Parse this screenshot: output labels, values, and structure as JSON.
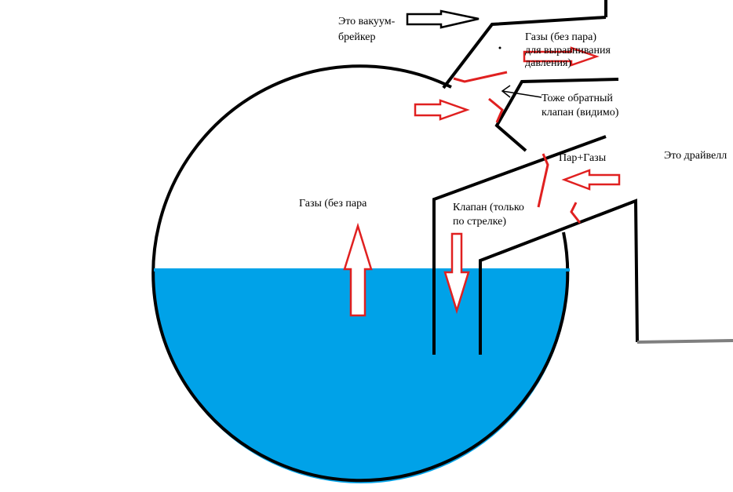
{
  "labels": {
    "vacuum_breaker_line1": "Это вакуум-",
    "vacuum_breaker_line2": "брейкер",
    "gases_pressure_line1": "Газы (без пара)",
    "gases_pressure_line2": "для выравнивания",
    "gases_pressure_line3": "давления)",
    "check_valve_line1": "Тоже обратный",
    "check_valve_line2": "клапан (видимо)",
    "steam_gases": "Пар+Газы",
    "drywell": "Это драйвелл",
    "gases_in_tank": "Газы (без пара",
    "valve_line1": "Клапан (только",
    "valve_line2": "по стрелке)"
  },
  "colors": {
    "water": "#00a2e8",
    "outline": "#000000",
    "arrow_red": "#e02020",
    "floor_gray": "#7f7f7f",
    "background": "#ffffff"
  }
}
